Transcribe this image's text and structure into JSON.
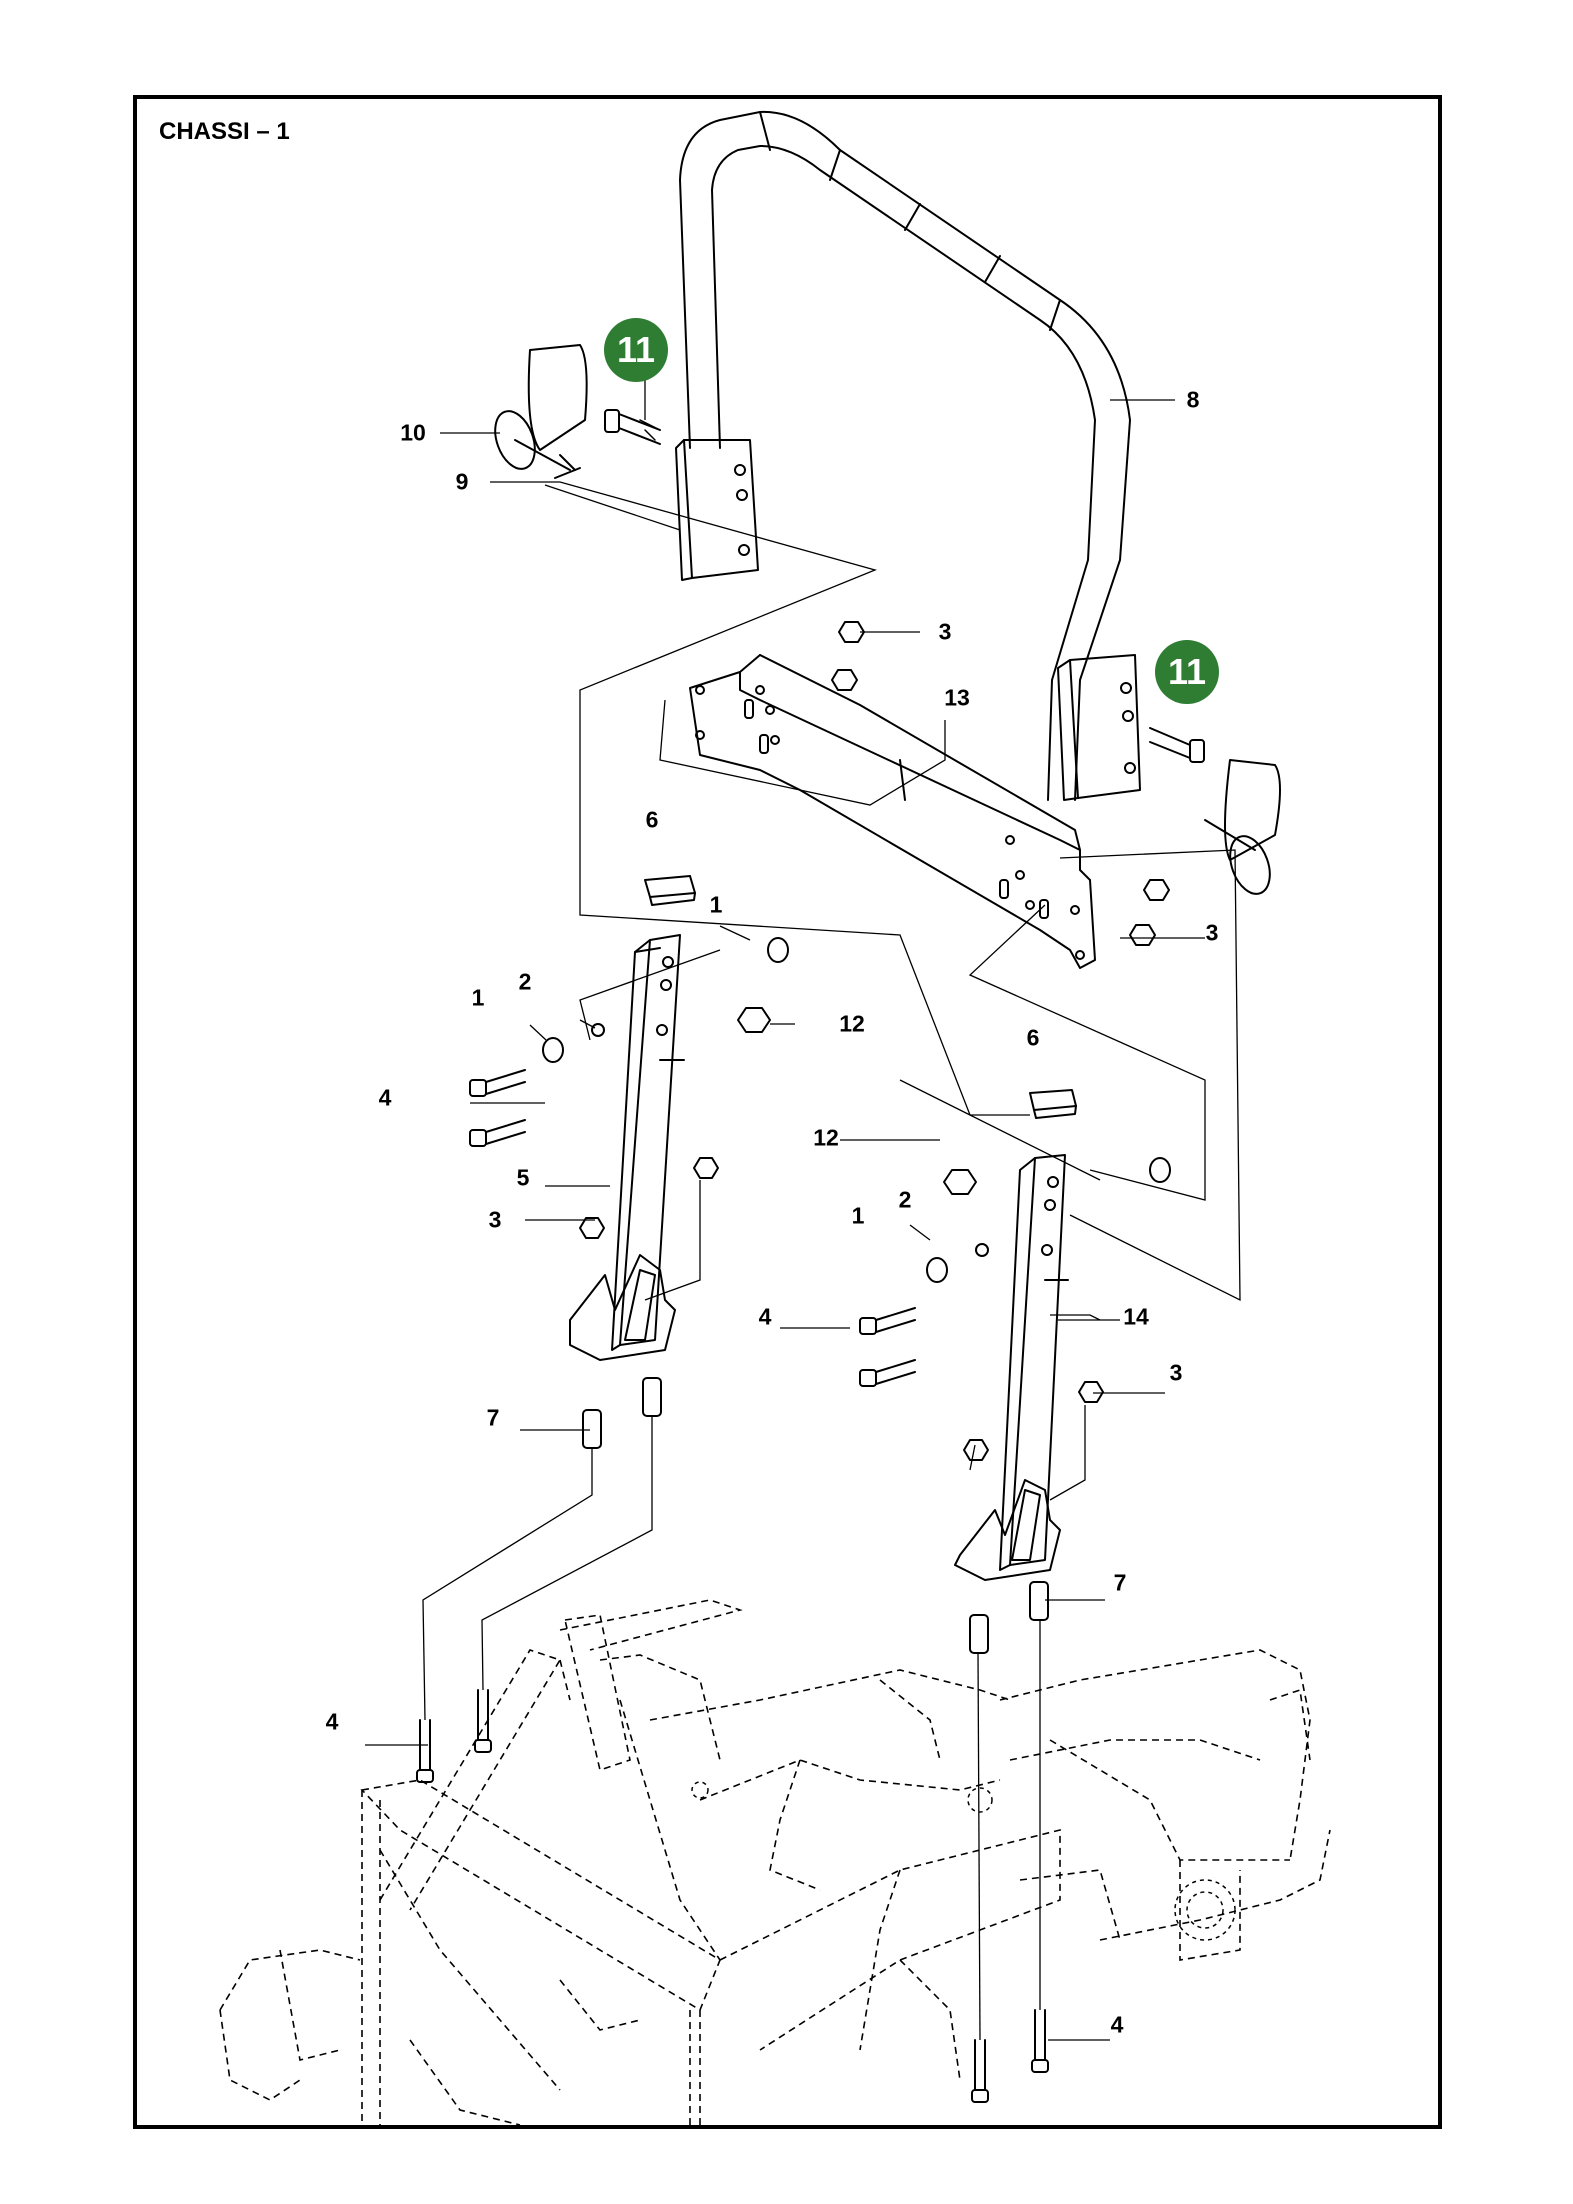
{
  "title": "CHASSI – 1",
  "colors": {
    "badge": "#2e7d32",
    "ink": "#000000"
  },
  "callouts": [
    {
      "id": "c10",
      "text": "10"
    },
    {
      "id": "c9",
      "text": "9"
    },
    {
      "id": "c8",
      "text": "8"
    },
    {
      "id": "c3a",
      "text": "3"
    },
    {
      "id": "c13",
      "text": "13"
    },
    {
      "id": "c6a",
      "text": "6"
    },
    {
      "id": "c1a",
      "text": "1"
    },
    {
      "id": "c3b",
      "text": "3"
    },
    {
      "id": "c2a",
      "text": "2"
    },
    {
      "id": "c1b",
      "text": "1"
    },
    {
      "id": "c12a",
      "text": "12"
    },
    {
      "id": "c4a",
      "text": "4"
    },
    {
      "id": "c6b",
      "text": "6"
    },
    {
      "id": "c5",
      "text": "5"
    },
    {
      "id": "c12b",
      "text": "12"
    },
    {
      "id": "c3c",
      "text": "3"
    },
    {
      "id": "c2b",
      "text": "2"
    },
    {
      "id": "c1c",
      "text": "1"
    },
    {
      "id": "c4b",
      "text": "4"
    },
    {
      "id": "c14",
      "text": "14"
    },
    {
      "id": "c3d",
      "text": "3"
    },
    {
      "id": "c7a",
      "text": "7"
    },
    {
      "id": "c7b",
      "text": "7"
    },
    {
      "id": "c4c",
      "text": "4"
    },
    {
      "id": "c4d",
      "text": "4"
    }
  ],
  "badges": [
    {
      "id": "b1",
      "text": "11"
    },
    {
      "id": "b2",
      "text": "11"
    }
  ]
}
